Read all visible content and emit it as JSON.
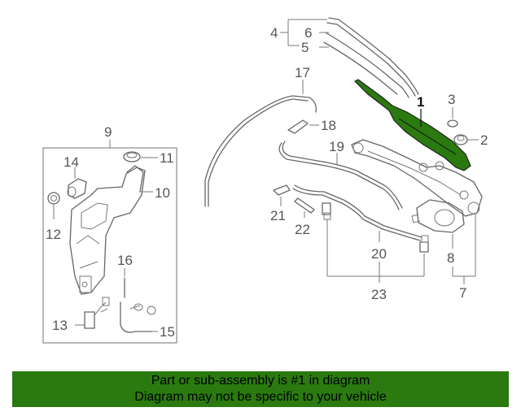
{
  "callouts": {
    "c1": "1",
    "c2": "2",
    "c3": "3",
    "c4": "4",
    "c5": "5",
    "c6": "6",
    "c7": "7",
    "c8": "8",
    "c9": "9",
    "c10": "10",
    "c11": "11",
    "c12": "12",
    "c13": "13",
    "c14": "14",
    "c15": "15",
    "c16": "16",
    "c17": "17",
    "c18": "18",
    "c19": "19",
    "c20": "20",
    "c21": "21",
    "c22": "22",
    "c23": "23"
  },
  "highlight_color": "#2a7a10",
  "banner": {
    "line1": "Part or sub-assembly is #1 in diagram",
    "line2": "Diagram may not be specific to your vehicle"
  }
}
